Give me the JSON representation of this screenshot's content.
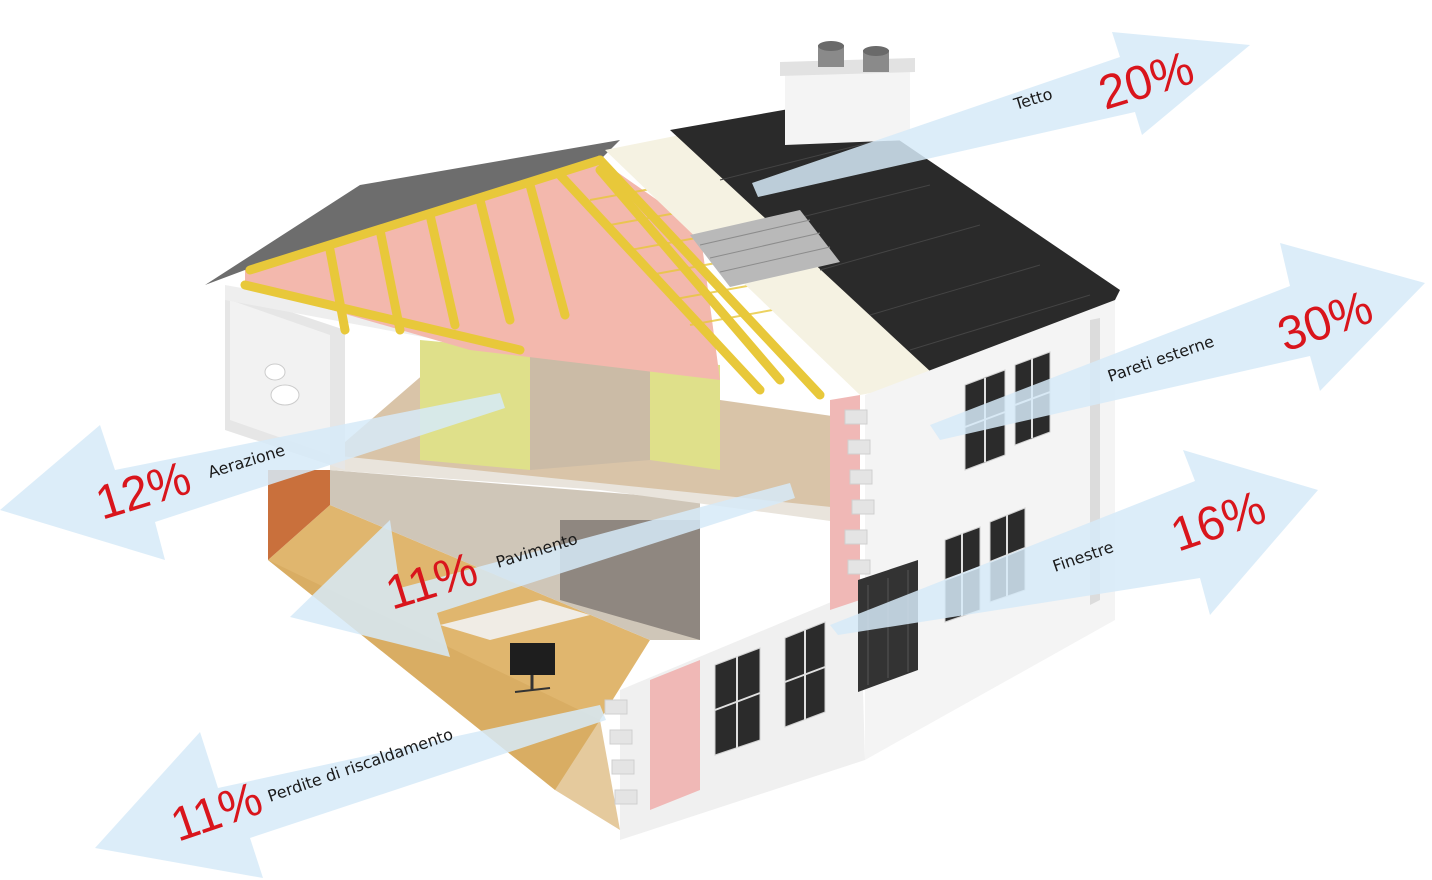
{
  "colors": {
    "arrow_fill": "#d6eaf8",
    "percent_red": "#d9151c",
    "label_text": "#1a1a1a",
    "roof_tiles": "#2a2a2a",
    "insulation_pink": "#f3b8ad",
    "timber_yellow": "#e8c83a",
    "wall_white": "#f4f4f4",
    "floor_wood": "#e0b66e"
  },
  "icons": [
    "house-cutaway-illustration",
    "chair-icon",
    "chimney-icon"
  ],
  "arrows": [
    {
      "id": "tetto",
      "label": "Tetto",
      "percent": "20%"
    },
    {
      "id": "pareti",
      "label": "Pareti esterne",
      "percent": "30%"
    },
    {
      "id": "finestre",
      "label": "Finestre",
      "percent": "16%"
    },
    {
      "id": "aerazione",
      "label": "Aerazione",
      "percent": "12%"
    },
    {
      "id": "pavimento",
      "label": "Pavimento",
      "percent": "11%"
    },
    {
      "id": "riscaldamento",
      "label": "Perdite di riscaldamento",
      "percent": "11%"
    }
  ]
}
